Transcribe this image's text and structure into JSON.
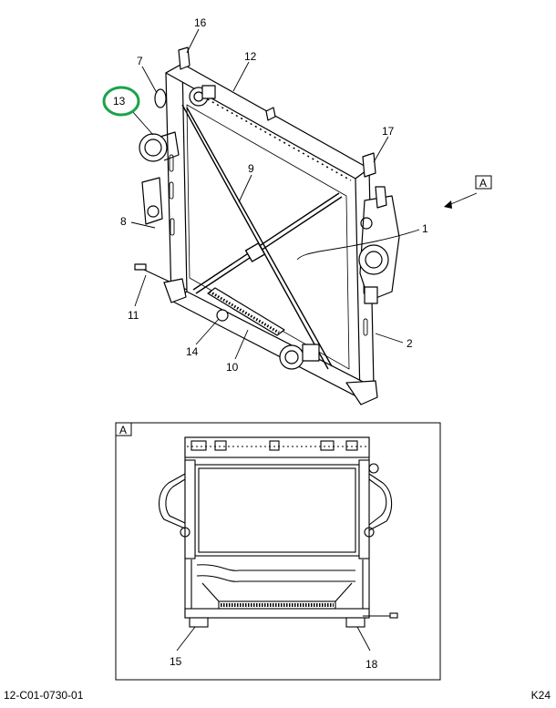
{
  "callouts": {
    "c1": "1",
    "c2": "2",
    "c7": "7",
    "c8": "8",
    "c9": "9",
    "c10": "10",
    "c11": "11",
    "c12": "12",
    "c13": "13",
    "c14": "14",
    "c15": "15",
    "c16": "16",
    "c17": "17",
    "c18": "18"
  },
  "view_tag_main": "A",
  "view_tag_detail": "A",
  "highlight_color": "#1aa34a",
  "footer": {
    "left": "12-C01-0730-01",
    "right": "K24"
  }
}
